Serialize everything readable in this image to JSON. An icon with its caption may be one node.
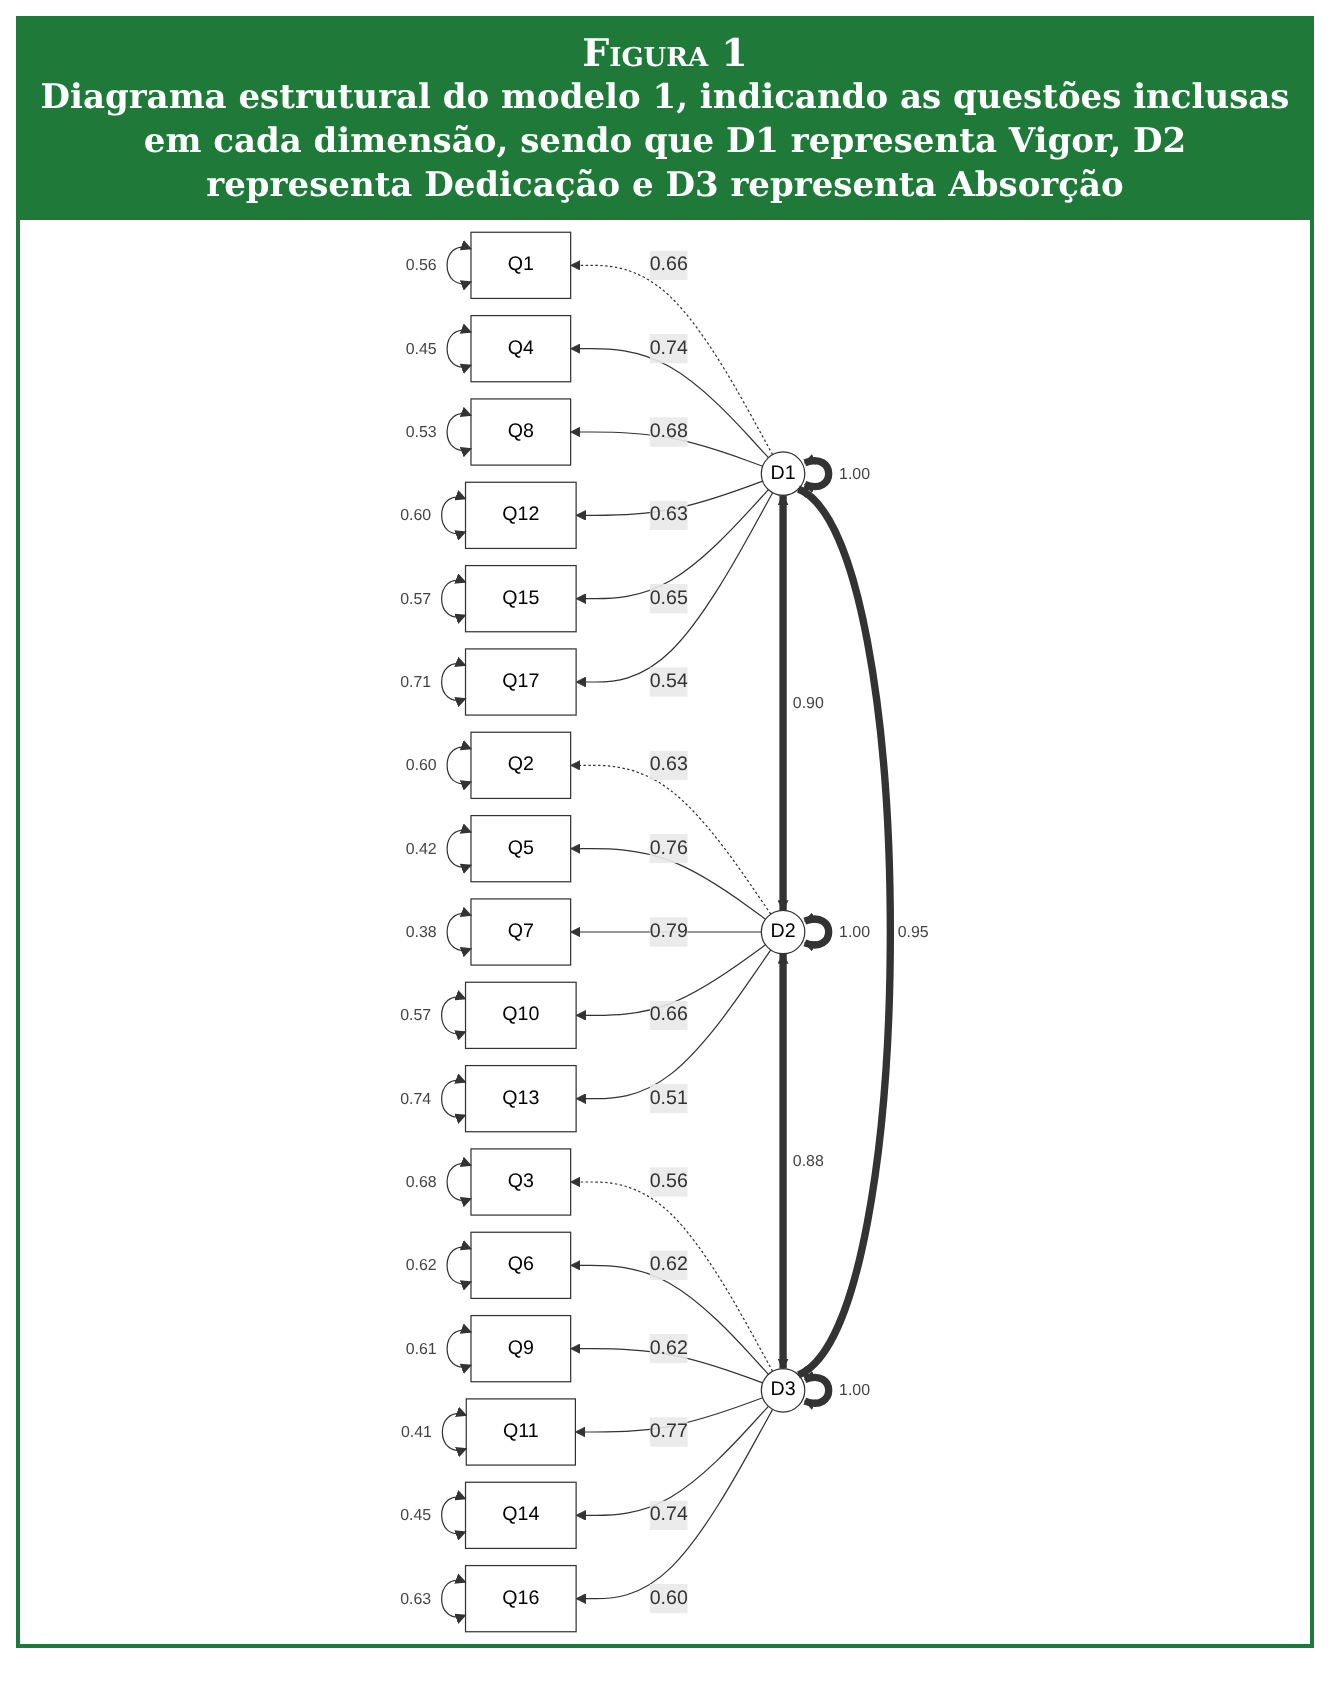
{
  "diagram": {
    "title": "Figura 1",
    "caption": "Diagrama estrutural do modelo 1, indicando as questões inclusas em cada dimensão, sendo que D1 representa Vigor, D2 representa Dedicação e D3 representa Absorção",
    "nodes": [
      {
        "text": [
          "Q1"
        ]
      },
      {
        "text": [
          "Q4"
        ]
      },
      {
        "text": [
          "Q8"
        ]
      },
      {
        "text": [
          "Q12"
        ]
      },
      {
        "text": [
          "Q15"
        ]
      },
      {
        "text": [
          "Q17"
        ]
      },
      {
        "text": [
          "Q2"
        ]
      },
      {
        "text": [
          "Q5"
        ]
      },
      {
        "text": [
          "Q7"
        ]
      },
      {
        "text": [
          "Q10"
        ]
      },
      {
        "text": [
          "Q13"
        ]
      },
      {
        "text": [
          "Q3"
        ]
      },
      {
        "text": [
          "Q6"
        ]
      },
      {
        "text": [
          "Q9"
        ]
      },
      {
        "text": [
          "Q11"
        ]
      },
      {
        "text": [
          "Q14"
        ]
      },
      {
        "text": [
          "Q16"
        ]
      },
      {
        "text": [
          "D1"
        ]
      },
      {
        "text": [
          "D2"
        ]
      },
      {
        "text": [
          "D3"
        ]
      }
    ],
    "edges": [
      {
        "from": 17,
        "to": 0,
        "arrow": "to",
        "label": "0.66",
        "style": "dashed"
      },
      {
        "from": 17,
        "to": 1,
        "arrow": "to",
        "label": "0.74"
      },
      {
        "from": 17,
        "to": 2,
        "arrow": "to",
        "label": "0.68"
      },
      {
        "from": 17,
        "to": 3,
        "arrow": "to",
        "label": "0.63"
      },
      {
        "from": 17,
        "to": 4,
        "arrow": "to",
        "label": "0.65"
      },
      {
        "from": 17,
        "to": 5,
        "arrow": "to",
        "label": "0.54"
      },
      {
        "from": 18,
        "to": 6,
        "arrow": "to",
        "label": "0.63",
        "style": "dashed"
      },
      {
        "from": 18,
        "to": 7,
        "arrow": "to",
        "label": "0.76"
      },
      {
        "from": 18,
        "to": 8,
        "arrow": "to",
        "label": "0.79"
      },
      {
        "from": 18,
        "to": 9,
        "arrow": "to",
        "label": "0.66"
      },
      {
        "from": 18,
        "to": 10,
        "arrow": "to",
        "label": "0.51"
      },
      {
        "from": 19,
        "to": 11,
        "arrow": "to",
        "label": "0.56",
        "style": "dashed"
      },
      {
        "from": 19,
        "to": 12,
        "arrow": "to",
        "label": "0.62"
      },
      {
        "from": 19,
        "to": 13,
        "arrow": "to",
        "label": "0.62"
      },
      {
        "from": 19,
        "to": 14,
        "arrow": "to",
        "label": "0.77"
      },
      {
        "from": 19,
        "to": 15,
        "arrow": "to",
        "label": "0.74"
      },
      {
        "from": 19,
        "to": 16,
        "arrow": "to",
        "label": "0.60"
      },
      {
        "from": 17,
        "to": 18,
        "arrow": "both",
        "label": "0.90",
        "style": "thick"
      },
      {
        "from": 18,
        "to": 19,
        "arrow": "both",
        "label": "0.88",
        "style": "thick"
      },
      {
        "from": 17,
        "to": 19,
        "arrow": "both",
        "label": "0.95",
        "style": "thick"
      },
      {
        "from": 17,
        "to": 17,
        "arrow": "both",
        "label": "1.00",
        "style": "thick"
      },
      {
        "from": 18,
        "to": 18,
        "arrow": "both",
        "label": "1.00",
        "style": "thick"
      },
      {
        "from": 19,
        "to": 19,
        "arrow": "both",
        "label": "1.00",
        "style": "thick"
      },
      {
        "from": 0,
        "to": 0,
        "arrow": "both",
        "label": "0.56"
      },
      {
        "from": 1,
        "to": 1,
        "arrow": "both",
        "label": "0.45"
      },
      {
        "from": 2,
        "to": 2,
        "arrow": "both",
        "label": "0.53"
      },
      {
        "from": 3,
        "to": 3,
        "arrow": "both",
        "label": "0.60"
      },
      {
        "from": 4,
        "to": 4,
        "arrow": "both",
        "label": "0.57"
      },
      {
        "from": 5,
        "to": 5,
        "arrow": "both",
        "label": "0.71"
      },
      {
        "from": 6,
        "to": 6,
        "arrow": "both",
        "label": "0.60"
      },
      {
        "from": 7,
        "to": 7,
        "arrow": "both",
        "label": "0.42"
      },
      {
        "from": 8,
        "to": 8,
        "arrow": "both",
        "label": "0.38"
      },
      {
        "from": 9,
        "to": 9,
        "arrow": "both",
        "label": "0.57"
      },
      {
        "from": 10,
        "to": 10,
        "arrow": "both",
        "label": "0.74"
      },
      {
        "from": 11,
        "to": 11,
        "arrow": "both",
        "label": "0.68"
      },
      {
        "from": 12,
        "to": 12,
        "arrow": "both",
        "label": "0.62"
      },
      {
        "from": 13,
        "to": 13,
        "arrow": "both",
        "label": "0.61"
      },
      {
        "from": 14,
        "to": 14,
        "arrow": "both",
        "label": "0.41"
      },
      {
        "from": 15,
        "to": 15,
        "arrow": "both",
        "label": "0.45"
      },
      {
        "from": 16,
        "to": 16,
        "arrow": "both",
        "label": "0.63"
      }
    ]
  }
}
